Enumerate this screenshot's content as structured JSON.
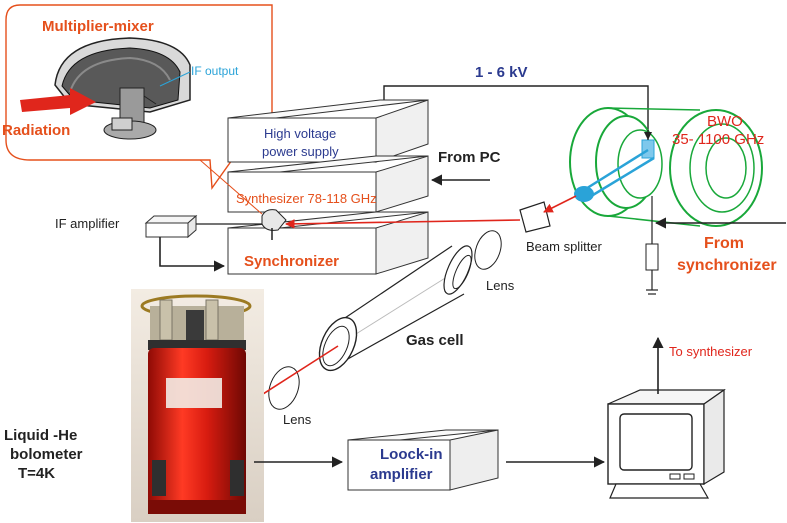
{
  "labels": {
    "multiplier_mixer": "Multiplier-mixer",
    "if_output": "IF output",
    "radiation": "Radiation",
    "voltage": "1 - 6 kV",
    "bwo_line1": "BWO",
    "bwo_line2": "35- 1100 GHz",
    "hv_line1": "High voltage",
    "hv_line2": "power supply",
    "from_pc": "From PC",
    "synthesizer": "Synthesizer 78-118 GHz",
    "if_amplifier": "IF amplifier",
    "synchronizer": "Synchronizer",
    "beam_splitter": "Beam splitter",
    "from_sync_line1": "From",
    "from_sync_line2": "synchronizer",
    "lens_right": "Lens",
    "gas_cell": "Gas cell",
    "to_synthesizer": "To synthesizer",
    "lens_left": "Lens",
    "bolometer_line1": "Liquid -He",
    "bolometer_line2": "bolometer",
    "bolometer_line3": "T=4K",
    "lockin_line1": "Loock-in",
    "lockin_line2": "amplifier"
  },
  "colors": {
    "orange_label": "#e5501c",
    "red_beam": "#e0261c",
    "blue_label": "#2b3a8f",
    "cyan_label": "#2aa3d8",
    "green_bwo": "#19a83a",
    "bolometer_red": "#d81c10"
  }
}
